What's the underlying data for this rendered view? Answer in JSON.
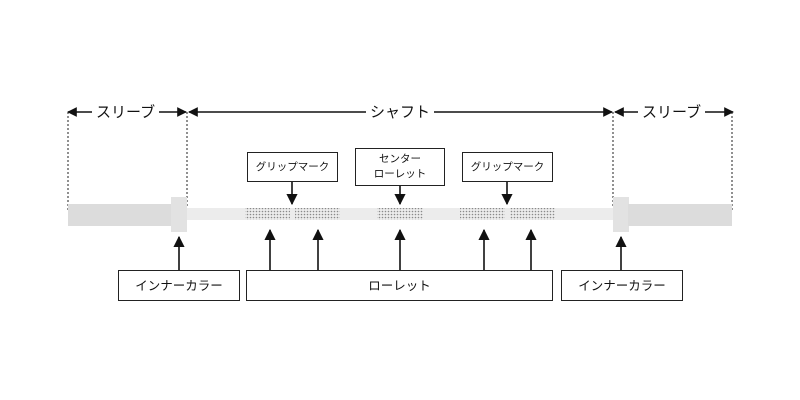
{
  "dimensions": {
    "sleeve_left": "スリーブ",
    "shaft": "シャフト",
    "sleeve_right": "スリーブ"
  },
  "callouts": {
    "grip_mark_left": "グリップマーク",
    "center_knurl_line1": "センター",
    "center_knurl_line2": "ローレット",
    "grip_mark_right": "グリップマーク"
  },
  "bottom_labels": {
    "inner_collar_left": "インナーカラー",
    "knurl": "ローレット",
    "inner_collar_right": "インナーカラー"
  },
  "colors": {
    "sleeve": "#dcdcdc",
    "shaft": "#ececec",
    "collar": "#e2e2e2",
    "knurl_dot": "#8a8a8a",
    "line": "#111111"
  }
}
